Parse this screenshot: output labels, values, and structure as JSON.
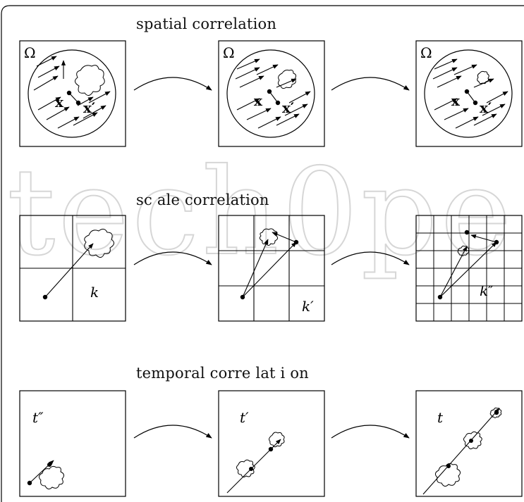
{
  "headings": {
    "spatial": "spatial correlation",
    "scale": "sc ale correlation",
    "temporal": "temporal corre lat i on"
  },
  "symbols": {
    "omega": "Ω",
    "x": "x",
    "x_prime": "x′",
    "k": "k",
    "k_prime": "k′",
    "k_double_prime": "k″",
    "t": "t",
    "t_prime": "t′",
    "t_double_prime": "t″"
  },
  "watermark": {
    "text": "tech0pe",
    "color": "#d8d8d8"
  },
  "colors": {
    "stroke": "#000000",
    "background": "#ffffff"
  }
}
